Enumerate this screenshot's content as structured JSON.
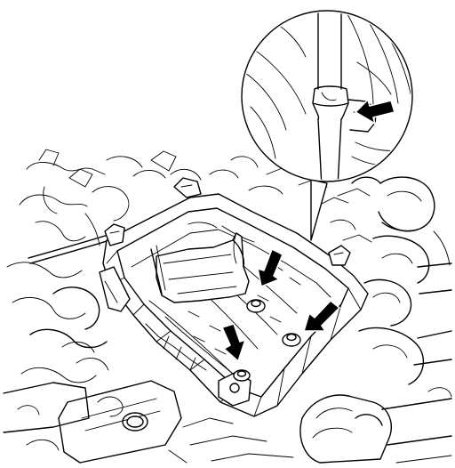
{
  "figure": {
    "kind": "service-manual-illustration",
    "subject_icons": [
      "air-cleaner-case",
      "mounting-bolt",
      "hose-clamp-detail"
    ],
    "callout_arrows": 4,
    "colors": {
      "line": "#000000",
      "background": "#ffffff",
      "arrow": "#000000"
    }
  }
}
